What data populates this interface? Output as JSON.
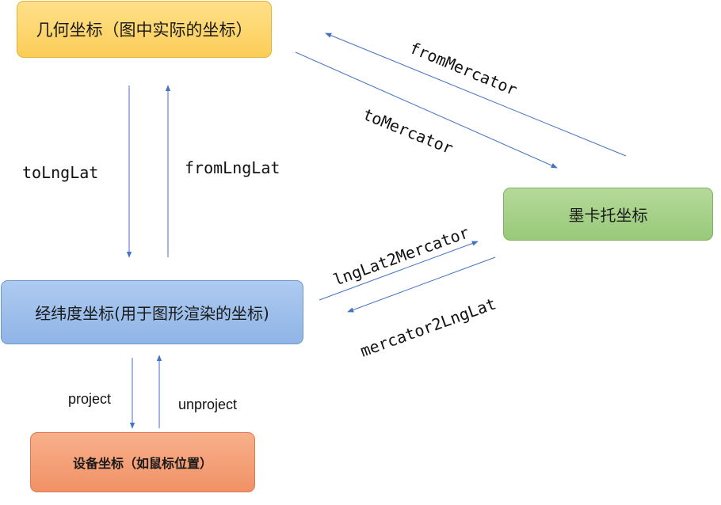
{
  "nodes": {
    "geometry": "几何坐标（图中实际的坐标）",
    "mercator": "墨卡托坐标",
    "lnglat": "经纬度坐标(用于图形渲染的坐标)",
    "device": "设备坐标（如鼠标位置）"
  },
  "edges": {
    "fromMercator": "fromMercator",
    "toMercator": "toMercator",
    "toLngLat": "toLngLat",
    "fromLngLat": "fromLngLat",
    "lngLat2Mercator": "lngLat2Mercator",
    "mercator2LngLat": "mercator2LngLat",
    "project": "project",
    "unproject": "unproject"
  },
  "colors": {
    "arrow": "#4472c4",
    "geometry_fill": "#fbcd58",
    "mercator_fill": "#98c97a",
    "lnglat_fill": "#8fb4e6",
    "device_fill": "#f19167"
  }
}
